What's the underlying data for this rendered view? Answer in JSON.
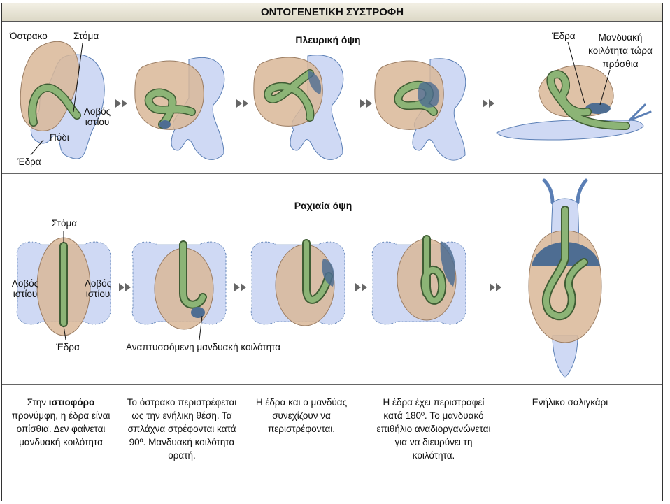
{
  "title": "ΟΝΤΟΓΕΝΕΤΙΚΗ ΣΥΣΤΡΟΦΗ",
  "lateral": {
    "heading": "Πλευρική όψη",
    "labels": {
      "shell": "Όστρακο",
      "mouth": "Στόμα",
      "velar_lobe": "Λοβός ιστίου",
      "foot": "Πόδι",
      "anus": "Έδρα",
      "adult_anus": "Έδρα",
      "mantle_cavity": "Μανδυακή κοιλότητα τώρα πρόσθια"
    }
  },
  "dorsal": {
    "heading": "Ραχιαία όψη",
    "labels": {
      "mouth": "Στόμα",
      "velar_lobe_left": "Λοβός ιστίου",
      "velar_lobe_right": "Λοβός ιστίου",
      "anus": "Έδρα",
      "developing_cavity": "Αναπτυσσόμενη μανδυακή κοιλότητα"
    }
  },
  "captions": [
    {
      "pre": "Στην ",
      "bold": "ιστιοφόρο",
      "rest": " προνύμφη, η έδρα είναι οπίσθια. Δεν φαίνεται μανδυακή κοιλότητα"
    },
    {
      "text": "Το όστρακο περιστρέφεται ως την ενήλικη θέση. Τα σπλάχνα στρέφονται κατά 90º. Μανδυακή κοιλότητα ορατή."
    },
    {
      "text": "Η έδρα και ο μανδύας συνεχίζουν να περιστρέφονται."
    },
    {
      "text": "Η έδρα έχει περιστραφεί κατά 180º. Το μανδυακό επιθήλιο αναδιοργανώνεται για να διευρύνει τη κοιλότητα."
    },
    {
      "text": "Ενήλικο σαλιγκάρι"
    }
  ],
  "colors": {
    "shell": "#d9b798",
    "body": "#cfd9f4",
    "gut": "#6f9a5e",
    "mantle": "#4e6d92",
    "divider": "#333333"
  }
}
